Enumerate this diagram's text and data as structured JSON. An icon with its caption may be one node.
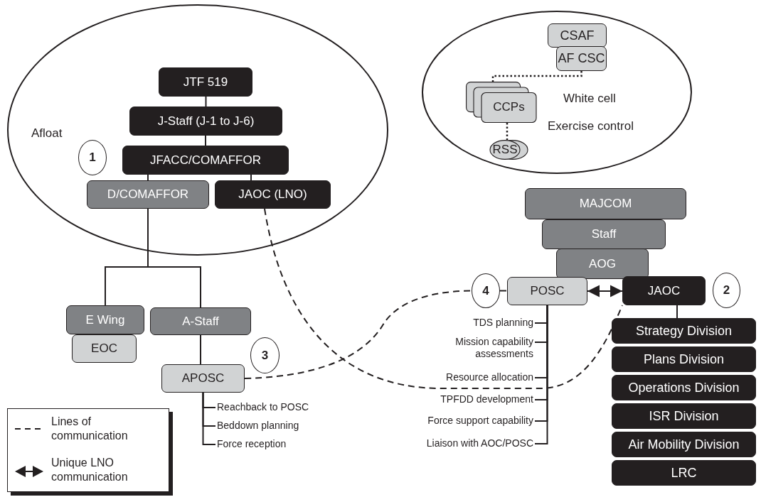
{
  "diagram": {
    "nodes": [
      {
        "text": [
          "Afloat"
        ]
      },
      {
        "text": [
          "JTF 519"
        ],
        "in": 0
      },
      {
        "text": [
          "J-Staff (J-1 to J-6)"
        ],
        "in": 0
      },
      {
        "text": [
          "JFACC/COMAFFOR"
        ],
        "in": 0
      },
      {
        "text": [
          "1"
        ],
        "in": 0
      },
      {
        "text": [
          "D/COMAFFOR"
        ],
        "in": 0
      },
      {
        "text": [
          "JAOC (LNO)"
        ],
        "in": 0
      },
      {
        "text": [
          "White cell",
          "Exercise control"
        ]
      },
      {
        "text": [
          "CSAF"
        ],
        "in": 7
      },
      {
        "text": [
          "AF CSC"
        ],
        "in": 7
      },
      {
        "text": [
          "CCPs"
        ],
        "in": 7
      },
      {
        "text": [
          "RSS"
        ],
        "in": 7
      },
      {
        "text": [
          "MAJCOM"
        ]
      },
      {
        "text": [
          "Staff"
        ]
      },
      {
        "text": [
          "AOG"
        ]
      },
      {
        "text": [
          "4"
        ]
      },
      {
        "text": [
          "POSC"
        ]
      },
      {
        "text": [
          "JAOC"
        ]
      },
      {
        "text": [
          "2"
        ]
      },
      {
        "text": [
          "Strategy Division"
        ]
      },
      {
        "text": [
          "Plans Division"
        ]
      },
      {
        "text": [
          "Operations Division"
        ]
      },
      {
        "text": [
          "ISR Division"
        ]
      },
      {
        "text": [
          "Air Mobility Division"
        ]
      },
      {
        "text": [
          "LRC"
        ]
      },
      {
        "text": [
          "E Wing"
        ]
      },
      {
        "text": [
          "EOC"
        ]
      },
      {
        "text": [
          "A-Staff"
        ]
      },
      {
        "text": [
          "3"
        ]
      },
      {
        "text": [
          "APOSC"
        ]
      },
      {
        "text": [
          "Reachback to POSC"
        ]
      },
      {
        "text": [
          "Beddown planning"
        ]
      },
      {
        "text": [
          "Force reception"
        ]
      },
      {
        "text": [
          "TDS planning"
        ]
      },
      {
        "text": [
          "Mission capability assessments"
        ]
      },
      {
        "text": [
          "Resource allocation"
        ]
      },
      {
        "text": [
          "TPFDD development"
        ]
      },
      {
        "text": [
          "Force support capability"
        ]
      },
      {
        "text": [
          "Liaison with AOC/POSC"
        ]
      }
    ],
    "edges": [
      {
        "from": 1,
        "to": 2,
        "arrow": "none"
      },
      {
        "from": 2,
        "to": 3,
        "arrow": "none"
      },
      {
        "from": 3,
        "to": 5,
        "arrow": "none"
      },
      {
        "from": 3,
        "to": 6,
        "arrow": "none"
      },
      {
        "from": 9,
        "to": 10,
        "arrow": "none",
        "style": "dashed"
      },
      {
        "from": 10,
        "to": 11,
        "arrow": "none",
        "style": "dashed"
      },
      {
        "from": 5,
        "to": 25,
        "arrow": "none"
      },
      {
        "from": 5,
        "to": 27,
        "arrow": "none"
      },
      {
        "from": 27,
        "to": 29,
        "arrow": "none"
      },
      {
        "from": 29,
        "to": 30,
        "arrow": "none"
      },
      {
        "from": 29,
        "to": 31,
        "arrow": "none"
      },
      {
        "from": 29,
        "to": 32,
        "arrow": "none"
      },
      {
        "from": 16,
        "to": 33,
        "arrow": "none"
      },
      {
        "from": 16,
        "to": 34,
        "arrow": "none"
      },
      {
        "from": 16,
        "to": 35,
        "arrow": "none"
      },
      {
        "from": 16,
        "to": 36,
        "arrow": "none"
      },
      {
        "from": 16,
        "to": 37,
        "arrow": "none"
      },
      {
        "from": 16,
        "to": 38,
        "arrow": "none"
      },
      {
        "from": 17,
        "to": 19,
        "arrow": "none"
      },
      {
        "from": 16,
        "to": 17,
        "arrow": "both"
      },
      {
        "from": 6,
        "to": 17,
        "arrow": "none",
        "style": "dashed"
      },
      {
        "from": 29,
        "to": 15,
        "arrow": "none",
        "style": "dashed"
      },
      {
        "from": 15,
        "to": 16,
        "arrow": "none",
        "style": "dashed"
      }
    ],
    "legend": [
      {
        "text": "Lines of communication"
      },
      {
        "text": "Unique LNO communication"
      }
    ]
  }
}
